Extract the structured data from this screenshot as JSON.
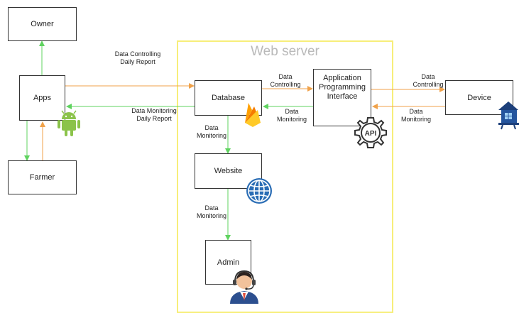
{
  "diagram": {
    "server_title": "Web server",
    "nodes": {
      "owner": "Owner",
      "apps": "Apps",
      "farmer": "Farmer",
      "database": "Database",
      "api": "Application Programming Interface",
      "device": "Device",
      "website": "Website",
      "admin": "Admin"
    },
    "edges": {
      "apps_to_db": "Data Controlling Daily Report",
      "db_to_apps": "Data Monitoring Daily Report",
      "db_to_api": "Data Controlling",
      "api_to_db": "Data Monitoring",
      "api_to_device": "Data Controlling",
      "device_to_api": "Data Monitoring",
      "db_to_website": "Data Monitoring",
      "website_to_admin": "Data Monitoring"
    },
    "icons": {
      "api_badge": "API",
      "android": "android-icon",
      "firebase": "firebase-icon",
      "globe": "globe-icon",
      "gear": "gear-icon",
      "house": "house-icon",
      "admin": "support-agent-icon"
    },
    "colors": {
      "green_flow": "#5fd35f",
      "orange_flow": "#f0a24a",
      "frame": "#f7ee7a"
    }
  }
}
